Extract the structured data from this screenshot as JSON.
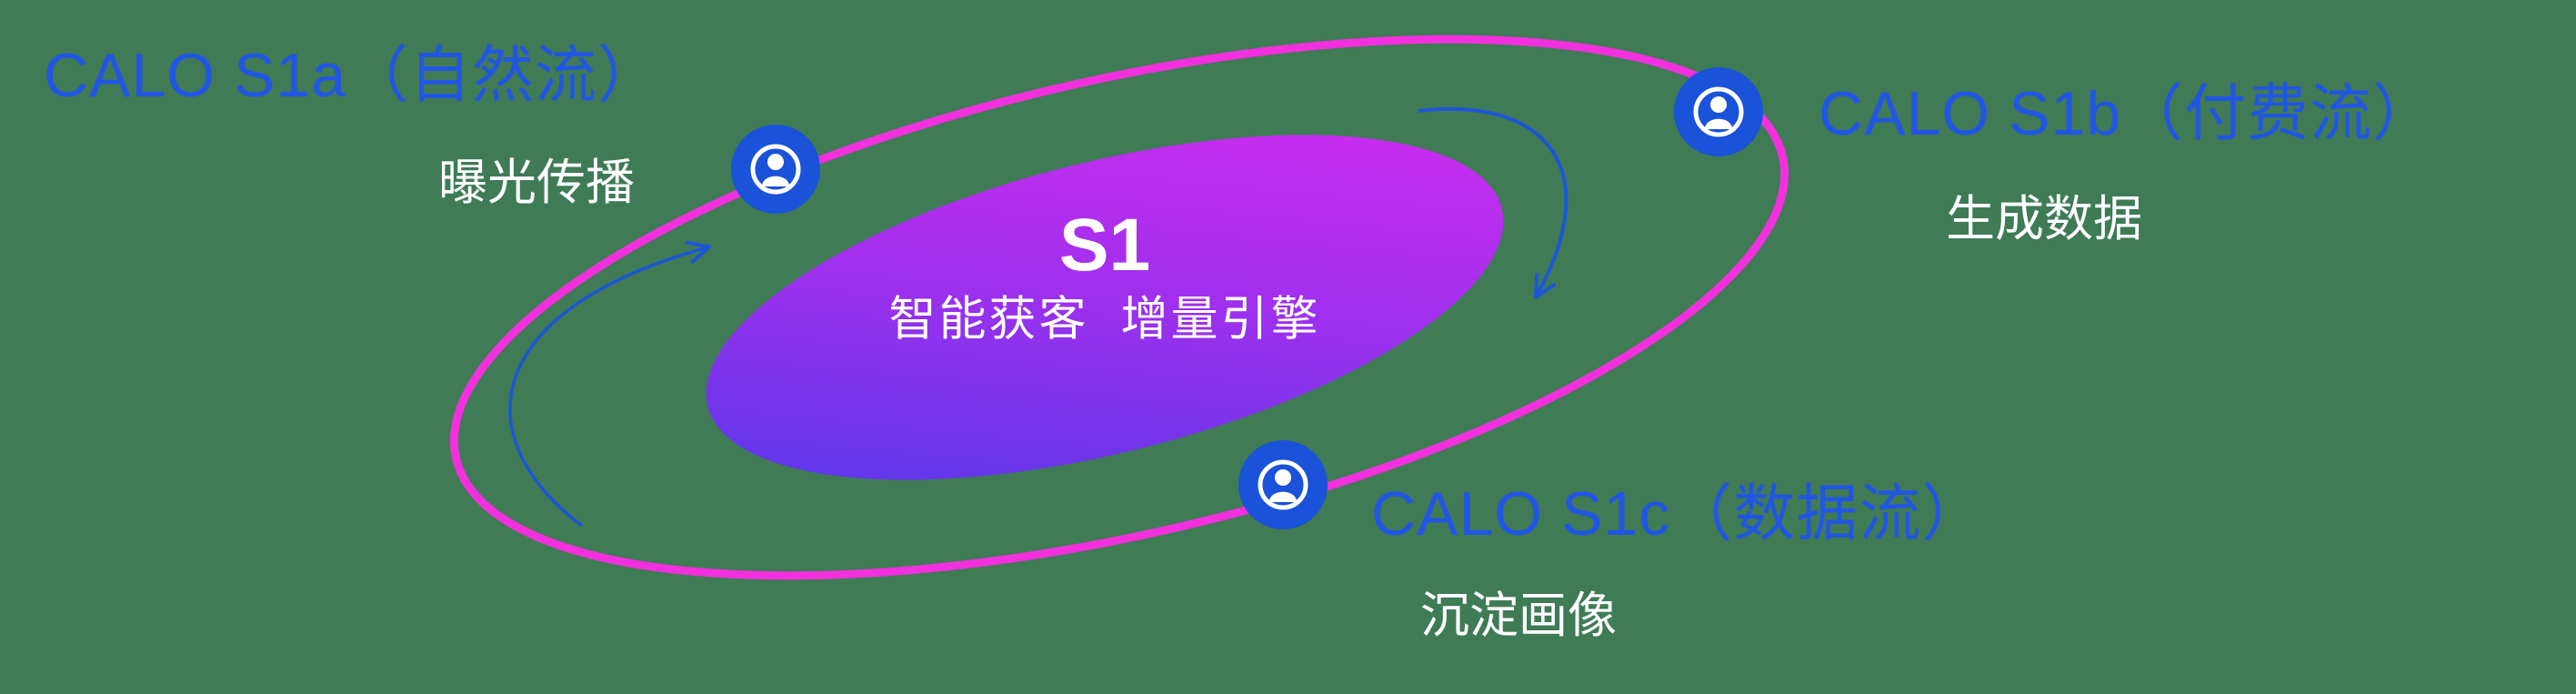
{
  "canvas": {
    "background_color": "#3f7b55"
  },
  "center_ellipse": {
    "title": "S1",
    "subtitle": "智能获客  增量引擎",
    "gradient_start_color": "#4b3ae8",
    "gradient_end_color": "#d62cf0"
  },
  "ring": {
    "color": "#f230dd"
  },
  "arrows": {
    "color": "#1d55d8"
  },
  "nodes": [
    {
      "id": "s1a",
      "label": "CALO S1a（自然流）",
      "sublabel": "曝光传播"
    },
    {
      "id": "s1b",
      "label": "CALO S1b（付费流）",
      "sublabel": "生成数据"
    },
    {
      "id": "s1c",
      "label": "CALO S1c（数据流）",
      "sublabel": "沉淀画像"
    }
  ],
  "styles": {
    "label_color": "#2255e4",
    "sublabel_color": "#ffffff",
    "icon_background_color": "#1a52d9",
    "icon_glyph_color": "#ffffff"
  },
  "icons": {
    "node_icon": "user-avatar-icon"
  }
}
